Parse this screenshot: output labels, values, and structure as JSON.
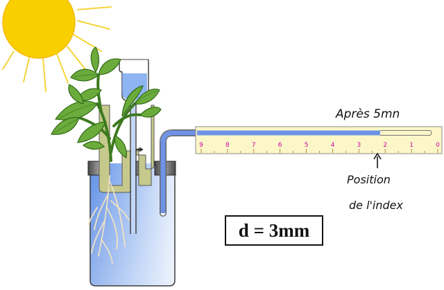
{
  "labels": {
    "after_time": "Après 5mn",
    "index_position_line1": "Position",
    "index_position_line2": "de l'index",
    "displacement": "d = 3mm"
  },
  "ruler": {
    "numbers": [
      "9",
      "8",
      "7",
      "6",
      "5",
      "4",
      "3",
      "2",
      "1",
      "0"
    ]
  },
  "index_reading": 2,
  "colors": {
    "sun": "#f9cf00",
    "sun_rays": "#f5d43a",
    "water": "#7aa7ee",
    "tube_water": "#6f94e6",
    "leaf": "#6bab3c",
    "stem": "#c6c98c",
    "ruler": "#fbf7c8",
    "ruler_numbers": "#d000aa",
    "stopper": "#6b6b6b"
  },
  "icons": [
    "sun-icon",
    "plant-icon",
    "arrow-up-icon"
  ]
}
